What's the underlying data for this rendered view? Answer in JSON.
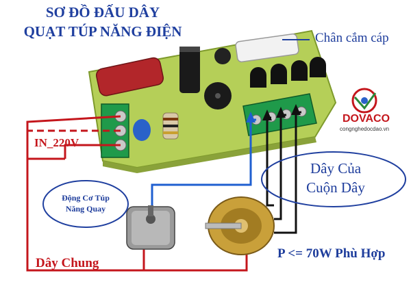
{
  "title": {
    "line1": "SƠ ĐỒ ĐẤU DÂY",
    "line2": "QUẠT TÚP NĂNG ĐIỆN"
  },
  "labels": {
    "connector": "Chân cắm cáp",
    "input": "IN_220V",
    "common_wire": "Dây Chung",
    "coil_line1": "Dây Của",
    "coil_line2": "Cuộn Dây",
    "power": "P <= 70W Phù Hợp",
    "motor_line1": "Động Cơ Túp",
    "motor_line2": "Năng Quay"
  },
  "brand": {
    "name": "DOVACO",
    "site": "congnghedocdao.vn"
  },
  "colors": {
    "red_wire": "#c4161c",
    "blue_wire": "#1f5fd0",
    "black_wire": "#111111",
    "board_green": "#aac94a",
    "terminal_green": "#1f9a4a"
  }
}
